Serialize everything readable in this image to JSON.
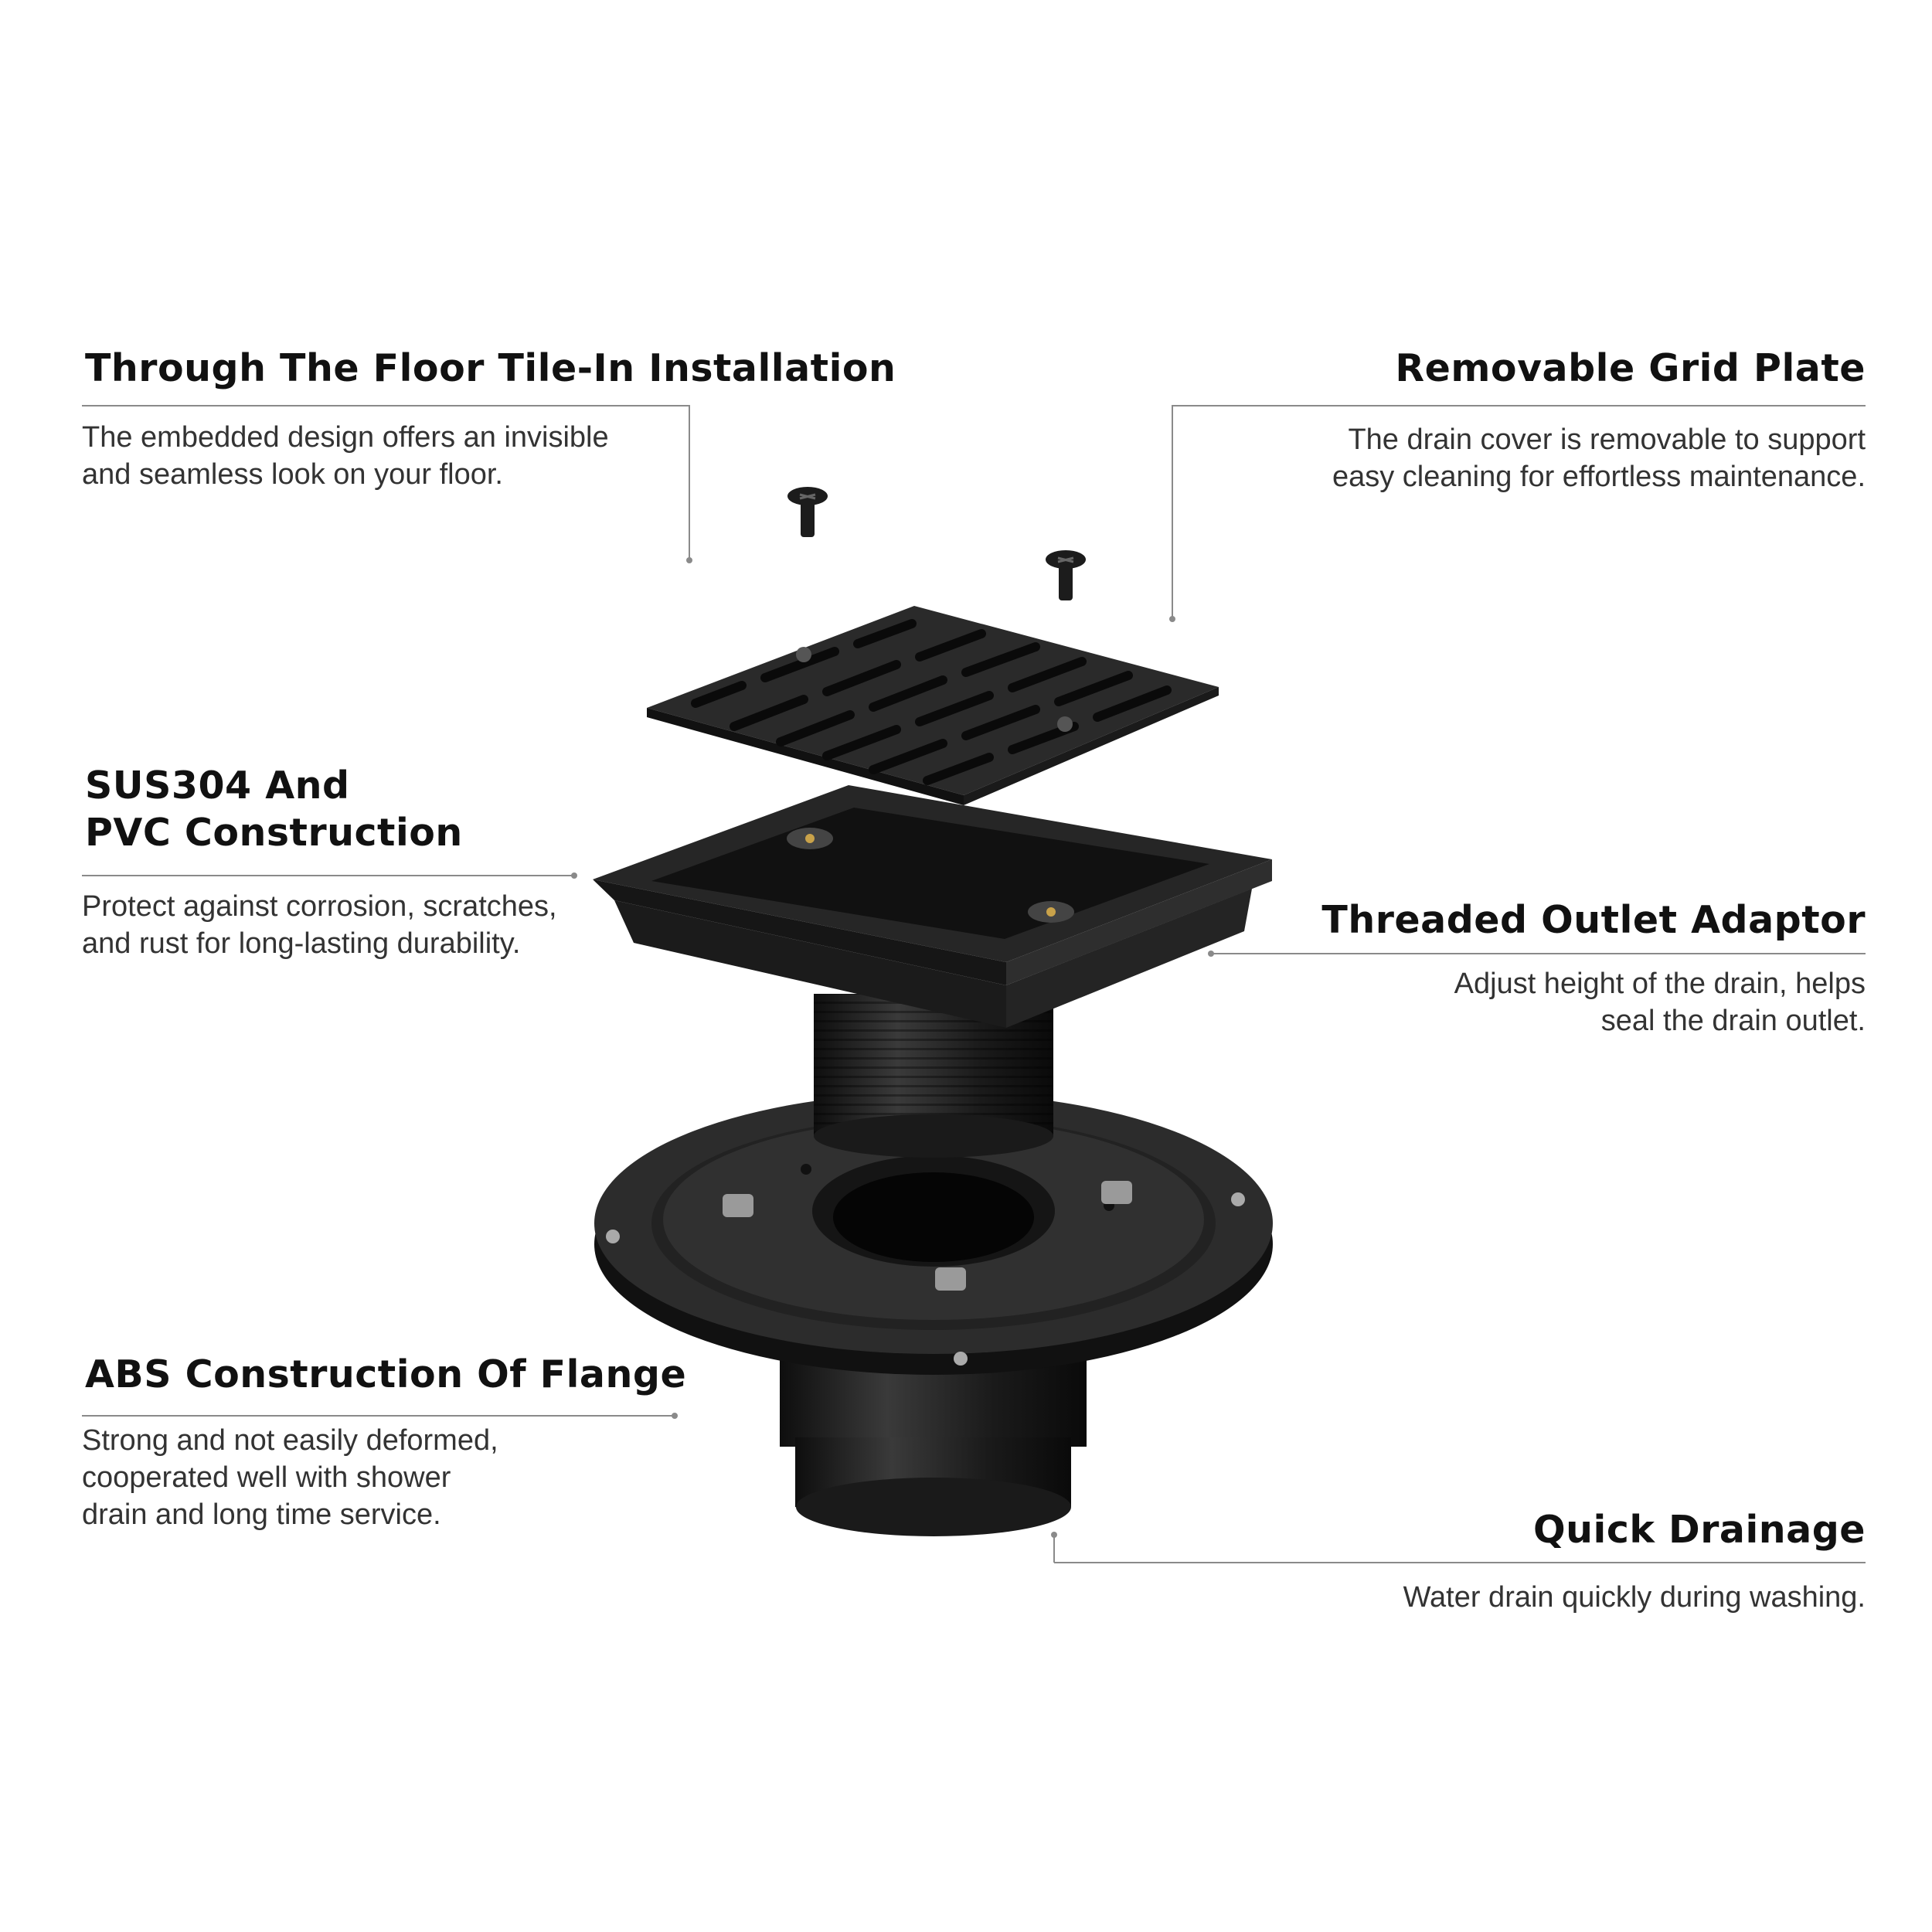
{
  "features": [
    {
      "title": "Through The Floor Tile-In Installation",
      "description": [
        "The embedded design offers an invisible",
        "and seamless look on your floor."
      ]
    },
    {
      "title": "Removable Grid Plate",
      "description": [
        "The drain cover is removable to support",
        "easy cleaning for effortless maintenance."
      ]
    },
    {
      "title": [
        "SUS304 And",
        "PVC Construction"
      ],
      "description": [
        "Protect against corrosion, scratches,",
        "and rust for long-lasting durability."
      ]
    },
    {
      "title": "Threaded Outlet Adaptor",
      "description": [
        "Adjust height of the drain, helps",
        "seal the drain outlet."
      ]
    },
    {
      "title": "ABS Construction Of Flange",
      "description": [
        "Strong and not easily deformed,",
        "cooperated well with shower",
        "drain and long time service."
      ]
    },
    {
      "title": "Quick Drainage",
      "description": [
        "Water drain quickly during washing."
      ]
    }
  ],
  "colors": {
    "text": "#111111",
    "body_text": "#333333",
    "leader_line": "#8a8a8a",
    "product": "#1e1e1e"
  }
}
